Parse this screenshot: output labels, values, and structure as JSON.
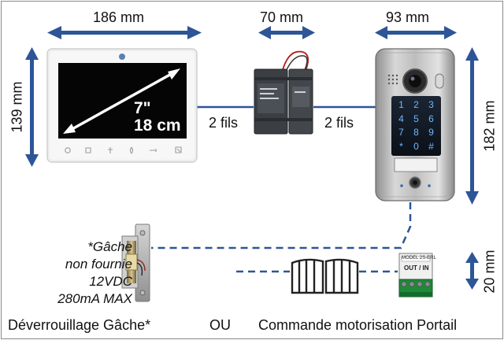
{
  "dimensions": {
    "monitor_width": "186 mm",
    "monitor_height": "139 mm",
    "module_width": "70 mm",
    "plate_width": "93 mm",
    "plate_height": "182 mm",
    "controller_height": "20 mm"
  },
  "monitor": {
    "size_inch": "7\"",
    "size_cm": "18 cm"
  },
  "wires": {
    "left": "2 fils",
    "right": "2 fils"
  },
  "keypad": [
    "1",
    "2",
    "3",
    "4",
    "5",
    "6",
    "7",
    "8",
    "9",
    "*",
    "0",
    "#"
  ],
  "strike_note": [
    "*Gâche",
    "non fournie",
    "12VDC",
    "280mA MAX"
  ],
  "controller": {
    "model": "MODEL 2S-ERL",
    "label": "OUT / IN"
  },
  "bottom": {
    "strike": "Déverrouillage Gâche*",
    "or": "OU",
    "gate": "Commande motorisation Portail"
  },
  "colors": {
    "arrow": "#2e5596",
    "wire": "#2e5596",
    "screen": "#050505"
  }
}
